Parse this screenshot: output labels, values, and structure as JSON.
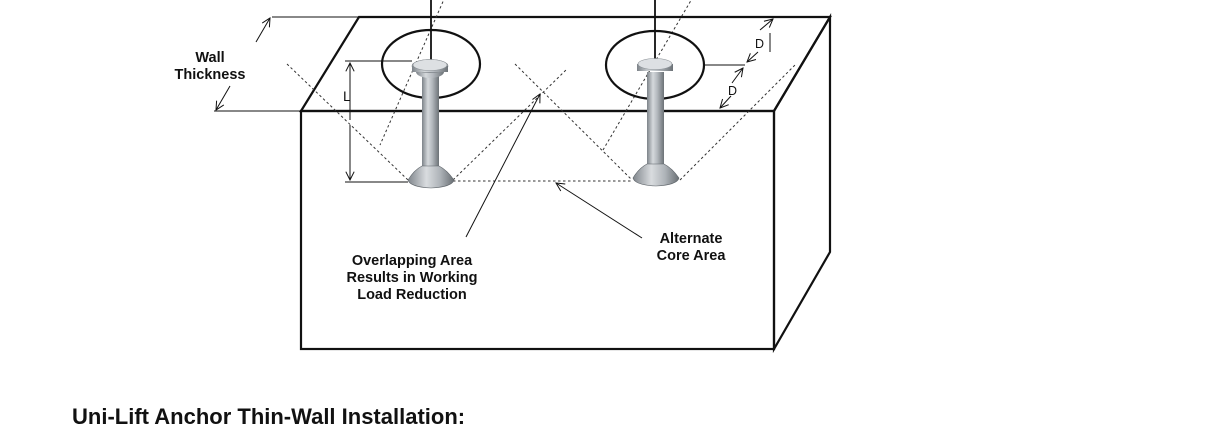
{
  "labels": {
    "wall_thickness": [
      "Wall",
      "Thickness"
    ],
    "length": "L",
    "distance_top": "D",
    "distance_bottom": "D",
    "overlapping_area": [
      "Overlapping Area",
      "Results in Working",
      "Load Reduction"
    ],
    "alternate_core": [
      "Alternate",
      "Core Area"
    ]
  },
  "title": "Uni-Lift Anchor Thin-Wall Installation:",
  "colors": {
    "line": "#111111",
    "anchor_light": "#d9dcdf",
    "anchor_mid": "#a9aeb3",
    "anchor_dark": "#6f757b"
  }
}
